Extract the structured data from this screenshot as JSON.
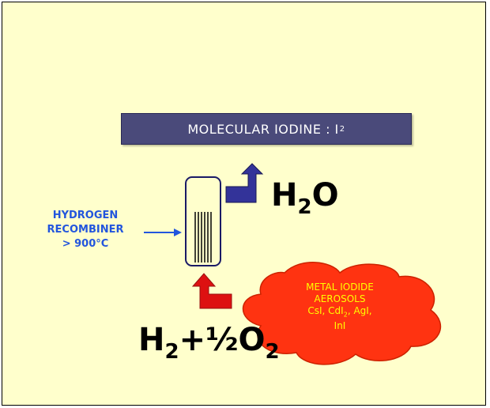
{
  "title": {
    "text": "MOLECULAR IODINE : I",
    "subscript": "2"
  },
  "recombiner": {
    "line1": "HYDROGEN",
    "line2": "RECOMBINER",
    "line3": "> 900°C"
  },
  "output": {
    "h": "H",
    "sub": "2",
    "o": "O"
  },
  "input": {
    "h": "H",
    "h_sub": "2",
    "plus_half": "+½O",
    "o_sub": "2"
  },
  "aerosol": {
    "line1": "METAL IODIDE",
    "line2": "AEROSOLS",
    "line3_a": "CsI, CdI",
    "line3_sub": "2",
    "line3_b": ", AgI,",
    "line4": "InI"
  },
  "colors": {
    "background": "#ffffcc",
    "title_box": "#4a4a7a",
    "recombiner_text": "#2255dd",
    "arrow_out": "#333399",
    "arrow_in": "#dd1111",
    "cloud": "#ff3311",
    "cloud_text": "#ffff00"
  }
}
